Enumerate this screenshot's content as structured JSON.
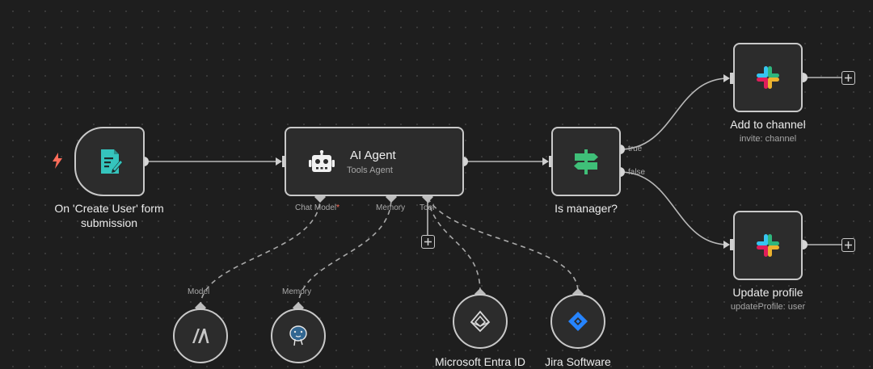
{
  "nodes": {
    "trigger": {
      "label": "On 'Create User' form submission",
      "icon": "form-icon"
    },
    "agent": {
      "title": "AI Agent",
      "subtitle": "Tools Agent",
      "icon": "robot-icon"
    },
    "if": {
      "label": "Is manager?",
      "icon": "signpost-icon",
      "outputs": [
        "true",
        "false"
      ]
    },
    "slack_add": {
      "label": "Add to channel",
      "sublabel": "invite: channel",
      "icon": "slack-icon"
    },
    "slack_update": {
      "label": "Update profile",
      "sublabel": "updateProfile: user",
      "icon": "slack-icon"
    },
    "model": {
      "port_label": "Model",
      "icon": "anthropic-icon"
    },
    "memory": {
      "port_label": "Memory",
      "icon": "postgres-icon"
    },
    "entra": {
      "label": "Microsoft Entra ID",
      "icon": "entra-icon"
    },
    "jira": {
      "label": "Jira Software",
      "icon": "jira-icon"
    }
  },
  "agent_ports": {
    "chat_model": "Chat Model",
    "memory": "Memory",
    "tool": "Tool"
  },
  "colors": {
    "background": "#1e1e1e",
    "node_fill": "#2c2c2c",
    "node_border": "#c9c9c9",
    "form_teal": "#35c4bd",
    "signpost_green": "#3fbf78",
    "trigger_bolt": "#ff6d5a",
    "jira_blue": "#2684ff"
  }
}
